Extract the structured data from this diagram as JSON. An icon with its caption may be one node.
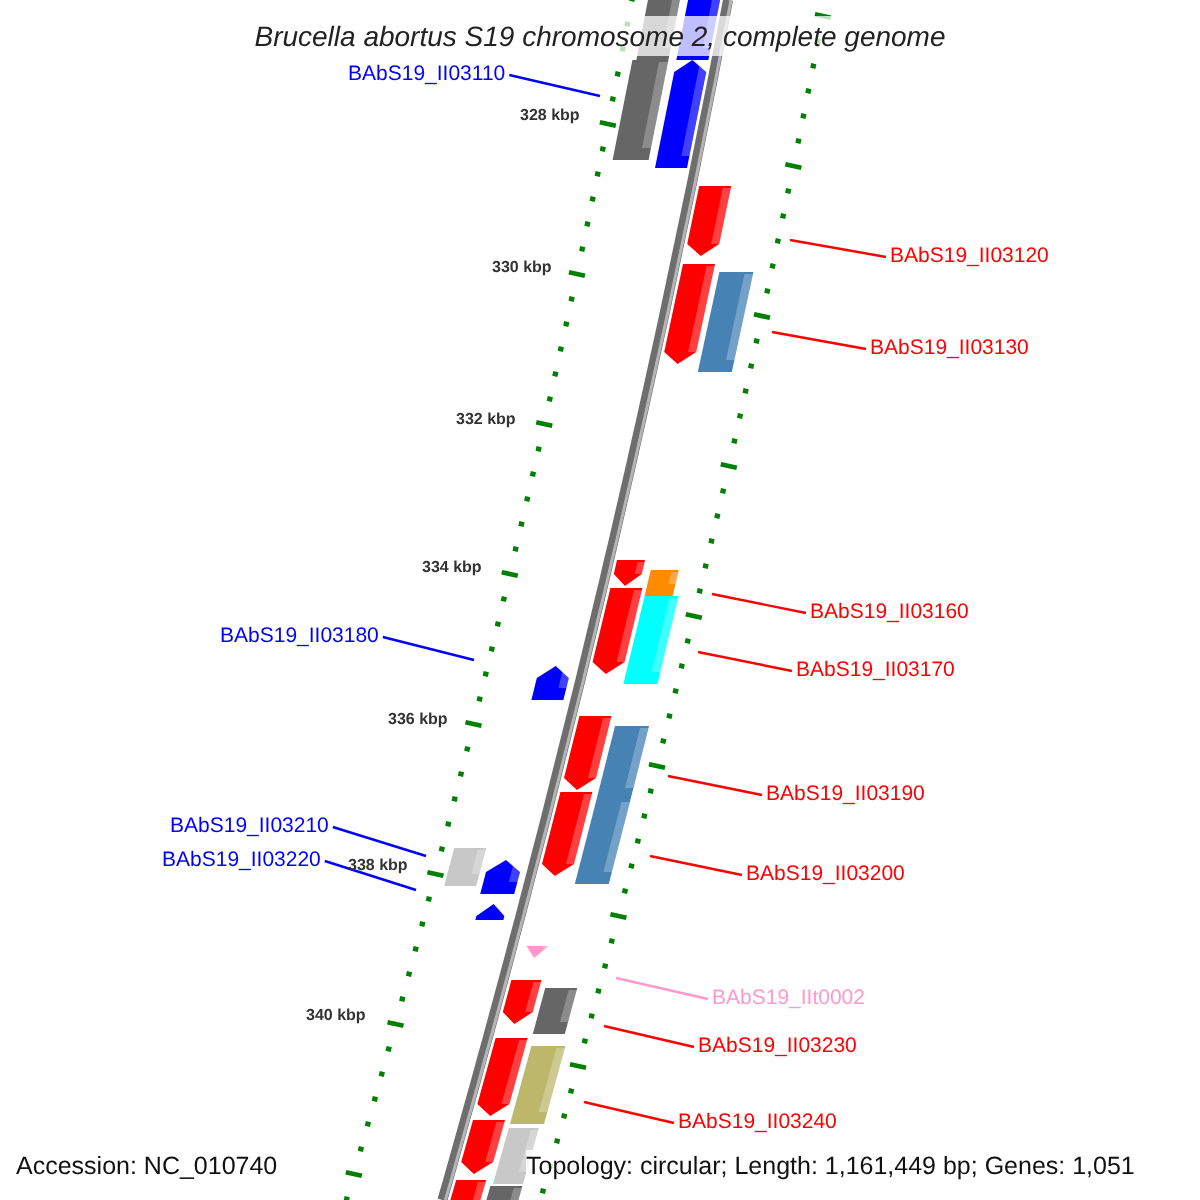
{
  "diagram": {
    "title": "Brucella abortus S19 chromosome 2, complete genome",
    "nodes": [
      {
        "text": [
          "BAbS19_II03110"
        ]
      },
      {
        "text": [
          "BAbS19_II03120"
        ]
      },
      {
        "text": [
          "BAbS19_II03130"
        ]
      },
      {
        "text": [
          "BAbS19_II03160"
        ]
      },
      {
        "text": [
          "BAbS19_II03180"
        ]
      },
      {
        "text": [
          "BAbS19_II03170"
        ]
      },
      {
        "text": [
          "BAbS19_II03190"
        ]
      },
      {
        "text": [
          "BAbS19_II03210"
        ]
      },
      {
        "text": [
          "BAbS19_II03220"
        ]
      },
      {
        "text": [
          "BAbS19_II03200"
        ]
      },
      {
        "text": [
          "BAbS19_IIt0002"
        ]
      },
      {
        "text": [
          "BAbS19_II03230"
        ]
      },
      {
        "text": [
          "BAbS19_II03240"
        ]
      }
    ],
    "edges": [
      {
        "from": 0,
        "to": null,
        "arrow": "none",
        "color": "#0000ff"
      },
      {
        "from": 1,
        "to": null,
        "arrow": "none"
      },
      {
        "from": 2,
        "to": null,
        "arrow": "none"
      },
      {
        "from": 3,
        "to": null,
        "arrow": "none"
      },
      {
        "from": 4,
        "to": null,
        "arrow": "none",
        "color": "#0000ff"
      },
      {
        "from": 5,
        "to": null,
        "arrow": "none"
      },
      {
        "from": 6,
        "to": null,
        "arrow": "none"
      },
      {
        "from": 7,
        "to": null,
        "arrow": "none",
        "color": "#0000ff"
      },
      {
        "from": 8,
        "to": null,
        "arrow": "none",
        "color": "#0000ff"
      },
      {
        "from": 9,
        "to": null,
        "arrow": "none"
      },
      {
        "from": 10,
        "to": null,
        "arrow": "none",
        "color": "#ff99cc"
      },
      {
        "from": 11,
        "to": null,
        "arrow": "none"
      },
      {
        "from": 12,
        "to": null,
        "arrow": "none"
      }
    ],
    "labels": [
      "328 kbp",
      "330 kbp",
      "332 kbp",
      "334 kbp",
      "336 kbp",
      "338 kbp",
      "340 kbp",
      "Accession: NC_010740",
      "Topology: circular; Length: 1,161,449 bp; Genes: 1,051"
    ]
  }
}
